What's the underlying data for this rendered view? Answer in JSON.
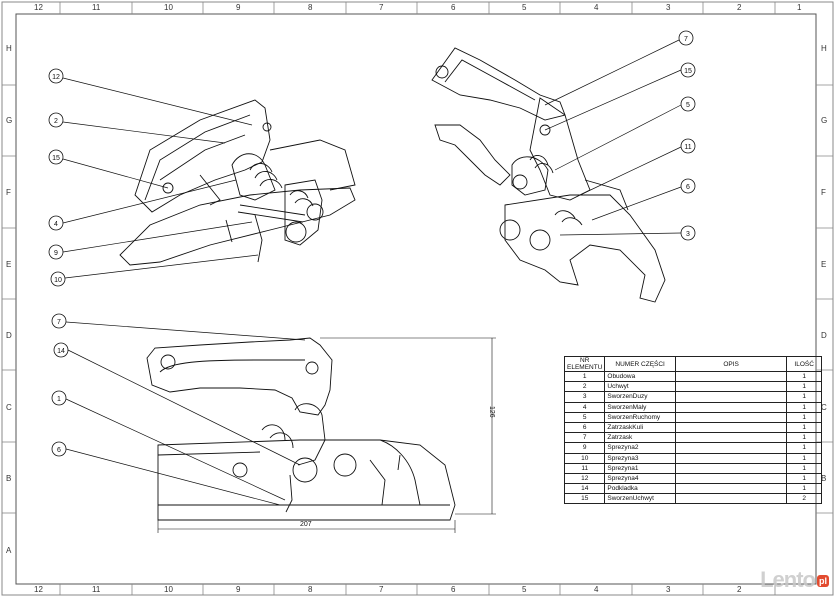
{
  "frame": {
    "columns": [
      "12",
      "11",
      "10",
      "9",
      "8",
      "7",
      "6",
      "5",
      "4",
      "3",
      "2",
      "1"
    ],
    "rows": [
      "H",
      "G",
      "F",
      "E",
      "D",
      "C",
      "B",
      "A"
    ]
  },
  "balloons_iso_left": [
    "12",
    "2",
    "15",
    "4",
    "9",
    "10"
  ],
  "balloons_iso_right": [
    "7",
    "15",
    "5",
    "11",
    "6",
    "3"
  ],
  "balloons_side": [
    "7",
    "14",
    "1",
    "6"
  ],
  "dimensions": {
    "width": "207",
    "height": "126"
  },
  "bom": {
    "headers": {
      "num": "NR ELEMENTU",
      "name": "NUMER CZĘŚCI",
      "opis": "OPIS",
      "qty": "ILOŚĆ"
    },
    "rows": [
      {
        "num": "1",
        "name": "Obudowa",
        "opis": "",
        "qty": "1"
      },
      {
        "num": "2",
        "name": "Uchwyt",
        "opis": "",
        "qty": "1"
      },
      {
        "num": "3",
        "name": "SworzenDuzy",
        "opis": "",
        "qty": "1"
      },
      {
        "num": "4",
        "name": "SworzenMaly",
        "opis": "",
        "qty": "1"
      },
      {
        "num": "5",
        "name": "SworzenRuchomy",
        "opis": "",
        "qty": "1"
      },
      {
        "num": "6",
        "name": "ZatrzaskKuli",
        "opis": "",
        "qty": "1"
      },
      {
        "num": "7",
        "name": "Zatrzask",
        "opis": "",
        "qty": "1"
      },
      {
        "num": "9",
        "name": "Sprezyna2",
        "opis": "",
        "qty": "1"
      },
      {
        "num": "10",
        "name": "Sprezyna3",
        "opis": "",
        "qty": "1"
      },
      {
        "num": "11",
        "name": "Sprezyna1",
        "opis": "",
        "qty": "1"
      },
      {
        "num": "12",
        "name": "Sprezyna4",
        "opis": "",
        "qty": "1"
      },
      {
        "num": "14",
        "name": "Podkladka",
        "opis": "",
        "qty": "1"
      },
      {
        "num": "15",
        "name": "SworzenUchwyt",
        "opis": "",
        "qty": "2"
      }
    ]
  },
  "watermark": {
    "brand": "Lento",
    "suffix": "pl"
  }
}
